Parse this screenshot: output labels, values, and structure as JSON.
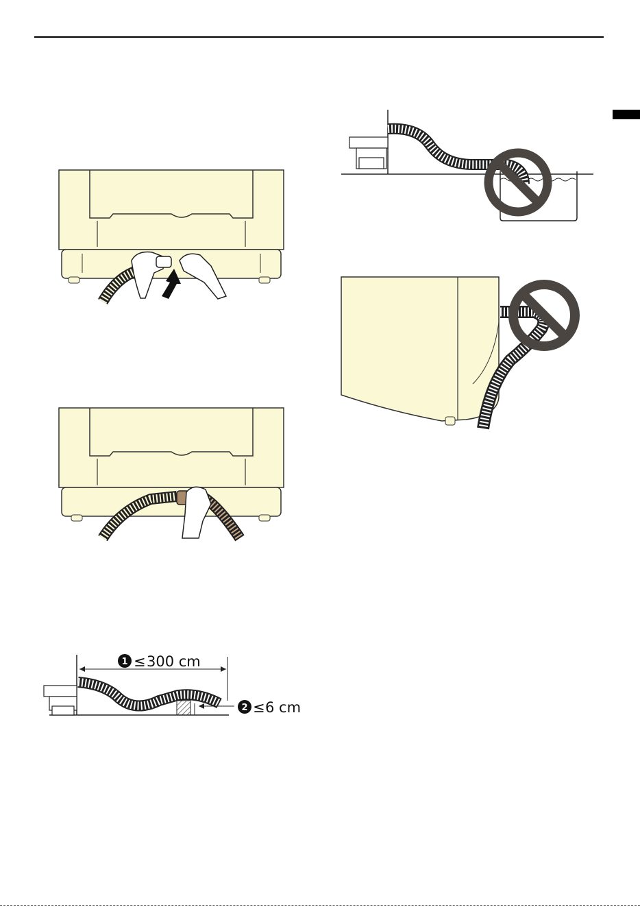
{
  "measurements": {
    "length": {
      "marker": "1",
      "symbol": "≤",
      "value": "300 cm"
    },
    "height": {
      "marker": "2",
      "symbol": "≤",
      "value": "6 cm"
    }
  },
  "colors": {
    "appliance": "#fbf8d6",
    "prohibited_sign": "#4a4540",
    "hose_stroke": "#222222",
    "hand": "#ffffff",
    "connector": "#a98a6a"
  },
  "icons": [
    "arrow-up-icon",
    "prohibited-icon",
    "prohibited-icon"
  ]
}
